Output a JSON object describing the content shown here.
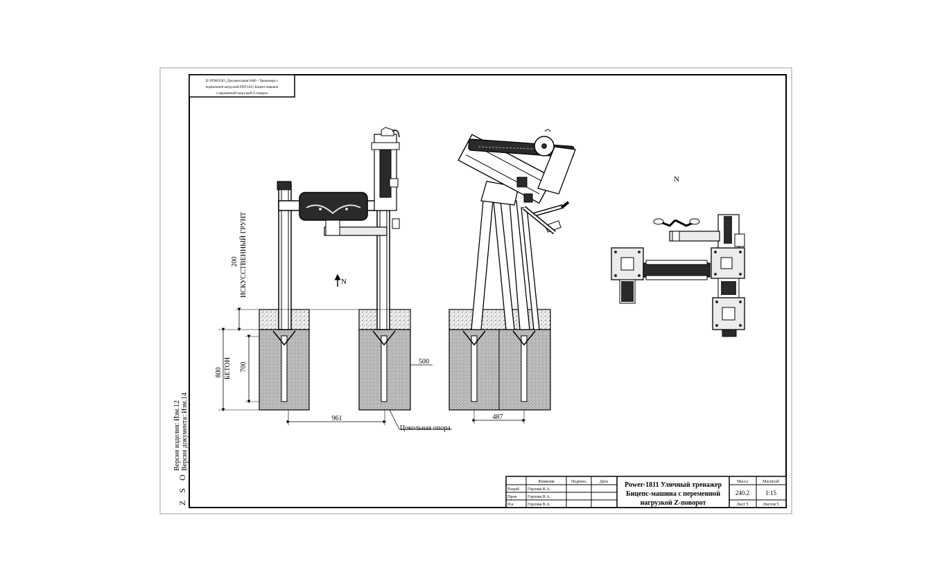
{
  "doc_path": "D:\\PDM\\ZSO_Документация\\1800 - Тренажеры с переменной нагрузкой PDP\\1811 Бицепс-машина с переменной нагрузкой Z-поворот",
  "labels": {
    "compass_north": "N",
    "artificial_ground": "ИСКУССТВЕННЫЙ ГРУНТ",
    "concrete": "БЕТОН",
    "plinth": "Цокольная опора"
  },
  "dimensions": {
    "ground_depth": "200",
    "foundation_depth": "800",
    "concrete_depth": "700",
    "foundation_width": "500",
    "post_spacing_front": "961",
    "post_spacing_side": "487"
  },
  "side_notes": {
    "company": "Z S O",
    "product_version": "Версия изделия: Изм.12",
    "doc_version": "Версия документа: Изм.14"
  },
  "title_block": {
    "headers": [
      "Фамилия",
      "Подпись",
      "Дата"
    ],
    "rows": [
      {
        "role": "Разраб",
        "name": "Горлова В.А."
      },
      {
        "role": "Пров",
        "name": "Горлова В.А."
      },
      {
        "role": "Н.к",
        "name": "Горлова В.А."
      }
    ],
    "product_title": "Power-1811 Уличный тренажер Бицепс-машина с переменной нагрузкой Z-поворот",
    "mass_label": "Масса",
    "mass_value": "240.2",
    "scale_label": "Масштаб",
    "scale_value": "1:15",
    "sheet_label": "Лист 5",
    "sheets_label": "Листов 5"
  },
  "colors": {
    "line": "#000000",
    "frame": "#cfcfcf",
    "concrete_fill": "#7a7a7a",
    "gravel_fill": "#bdbdbd",
    "steel_dark": "#2a2a2a",
    "steel_light": "#ececec"
  }
}
